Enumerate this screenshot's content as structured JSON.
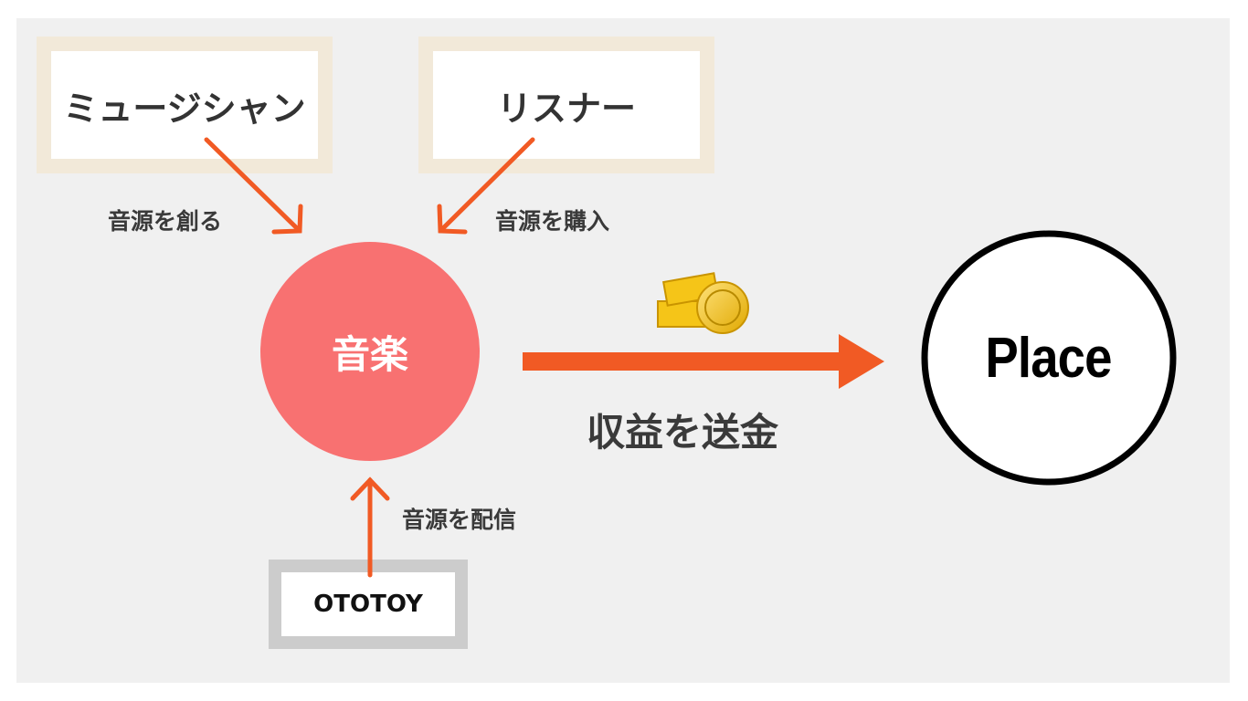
{
  "nodes": {
    "musician": "ミュージシャン",
    "listener": "リスナー",
    "music": "音楽",
    "ototoy": "OTOTOY",
    "place": "Place"
  },
  "edges": {
    "create": "音源を創る",
    "purchase": "音源を購入",
    "distribute": "音源を配信",
    "revenue": "収益を送金"
  },
  "colors": {
    "arrow": "#f15a24",
    "music_circle": "#f87171",
    "beige_frame": "#f2e9d9",
    "gray_frame": "#cccccc",
    "panel_bg": "#f0f0f0",
    "coin": "#f5c518"
  },
  "icons": {
    "coins": "coins-icon"
  }
}
